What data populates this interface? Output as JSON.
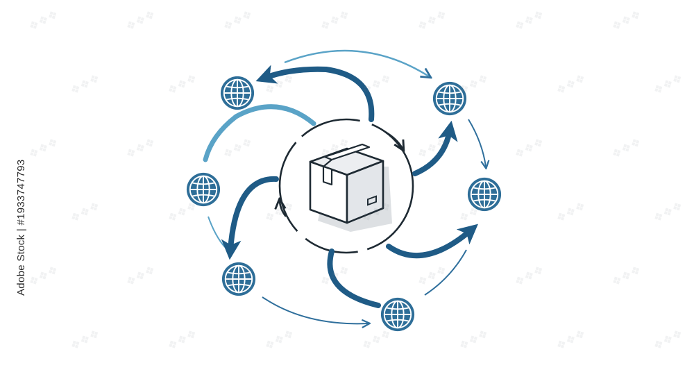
{
  "stock_id": "Adobe Stock | #1933747793",
  "colors": {
    "dark": "#1f5b86",
    "mid": "#2f6f9c",
    "light": "#5aa3c7",
    "globe_fill": "#2e6e98",
    "outline": "#1e2a33",
    "box_fill": "#eceef1",
    "box_shadow": "#d7dade"
  },
  "icons": [
    "package-icon",
    "globe-icon"
  ],
  "globes": [
    {
      "id": "top-left"
    },
    {
      "id": "top-right"
    },
    {
      "id": "right"
    },
    {
      "id": "left"
    },
    {
      "id": "bottom-left"
    },
    {
      "id": "bottom-right"
    }
  ]
}
